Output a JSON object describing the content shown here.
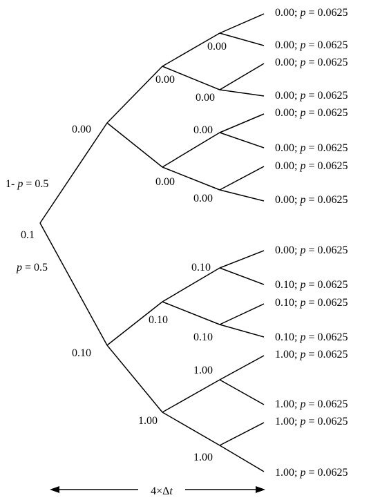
{
  "root": {
    "value": "0.1",
    "up_branch_label": "1- p = 0.5",
    "down_branch_label": "p = 0.5"
  },
  "level1": {
    "up": "0.00",
    "down": "0.10"
  },
  "level2": [
    "0.00",
    "0.00",
    "0.10",
    "1.00"
  ],
  "level3": [
    "0.00",
    "0.00",
    "0.00",
    "0.00",
    "0.10",
    "0.10",
    "1.00",
    "1.00"
  ],
  "leaves": [
    {
      "value": "0.00",
      "prob": "0.0625"
    },
    {
      "value": "0.00",
      "prob": "0.0625"
    },
    {
      "value": "0.00",
      "prob": "0.0625"
    },
    {
      "value": "0.00",
      "prob": "0.0625"
    },
    {
      "value": "0.00",
      "prob": "0.0625"
    },
    {
      "value": "0.00",
      "prob": "0.0625"
    },
    {
      "value": "0.00",
      "prob": "0.0625"
    },
    {
      "value": "0.00",
      "prob": "0.0625"
    },
    {
      "value": "0.00",
      "prob": "0.0625"
    },
    {
      "value": "0.10",
      "prob": "0.0625"
    },
    {
      "value": "0.10",
      "prob": "0.0625"
    },
    {
      "value": "0.10",
      "prob": "0.0625"
    },
    {
      "value": "1.00",
      "prob": "0.0625"
    },
    {
      "value": "1.00",
      "prob": "0.0625"
    },
    {
      "value": "1.00",
      "prob": "0.0625"
    },
    {
      "value": "1.00",
      "prob": "0.0625"
    }
  ],
  "time_span_label": "4×Δt"
}
